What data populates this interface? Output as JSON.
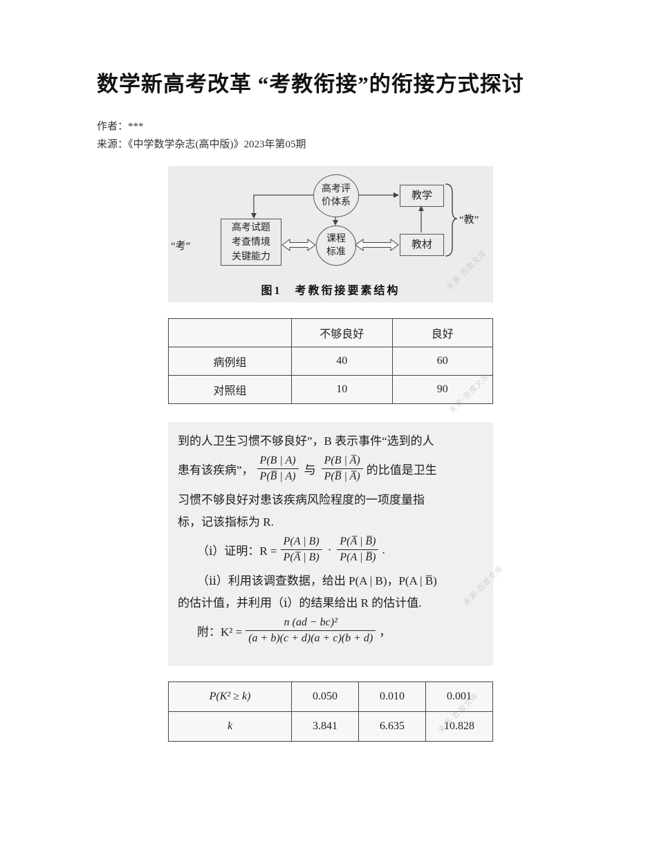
{
  "page": {
    "title": "数学新高考改革 “考教衔接”的衔接方式探讨",
    "author": "作者：***",
    "source": "来源：《中学数学杂志(高中版)》2023年第05期"
  },
  "figure": {
    "caption": "图1　考教衔接要素结构",
    "nodes": {
      "eval_line1": "高考评",
      "eval_line2": "价体系",
      "teaching": "教学",
      "exam_line1": "高考试题",
      "exam_line2": "考查情境",
      "exam_line3": "关键能力",
      "curriculum_line1": "课程",
      "curriculum_line2": "标准",
      "textbook": "教材",
      "kao_label": "“考”",
      "jiao_label": "“教”"
    }
  },
  "table1": {
    "corner": "",
    "headers": [
      "不够良好",
      "良好"
    ],
    "rows": [
      {
        "label": "病例组",
        "values": [
          "40",
          "60"
        ]
      },
      {
        "label": "对照组",
        "values": [
          "10",
          "90"
        ]
      }
    ]
  },
  "math": {
    "line1": "到的人卫生习惯不够良好”，B 表示事件“选到的人",
    "line2_pre": "患有该疾病”，",
    "frac1": {
      "num": "P(B | A)",
      "den": "P(B̅ | A)"
    },
    "line2_mid": "与",
    "frac2": {
      "num": "P(B | A̅)",
      "den": "P(B̅ | A̅)"
    },
    "line2_post": "的比值是卫生",
    "line3": "习惯不够良好对患该疾病风险程度的一项度量指",
    "line4": "标，记该指标为 R.",
    "pi_lead": "（ⅰ）证明：R =",
    "frac3": {
      "num": "P(A | B)",
      "den": "P(A̅ | B)"
    },
    "pi_dot": "·",
    "frac4": {
      "num": "P(A̅ | B̅)",
      "den": "P(A | B̅)"
    },
    "pi_end": ".",
    "pii_line1": "（ⅱ）利用该调查数据，给出 P(A | B)，P(A | B̅)",
    "pii_line2": "的估计值，并利用（ⅰ）的结果给出 R 的估计值.",
    "fu_lead": "附：K² =",
    "frac5": {
      "num": "n (ad − bc)²",
      "den": "(a + b)(c + d)(a + c)(b + d)"
    },
    "fu_end": "，"
  },
  "table2": {
    "rows": [
      {
        "label": "P(K² ≥ k)",
        "values": [
          "0.050",
          "0.010",
          "0.001"
        ]
      },
      {
        "label": "k",
        "values": [
          "3.841",
          "6.635",
          "10.828"
        ]
      }
    ]
  },
  "watermark": "来源-百度文库"
}
